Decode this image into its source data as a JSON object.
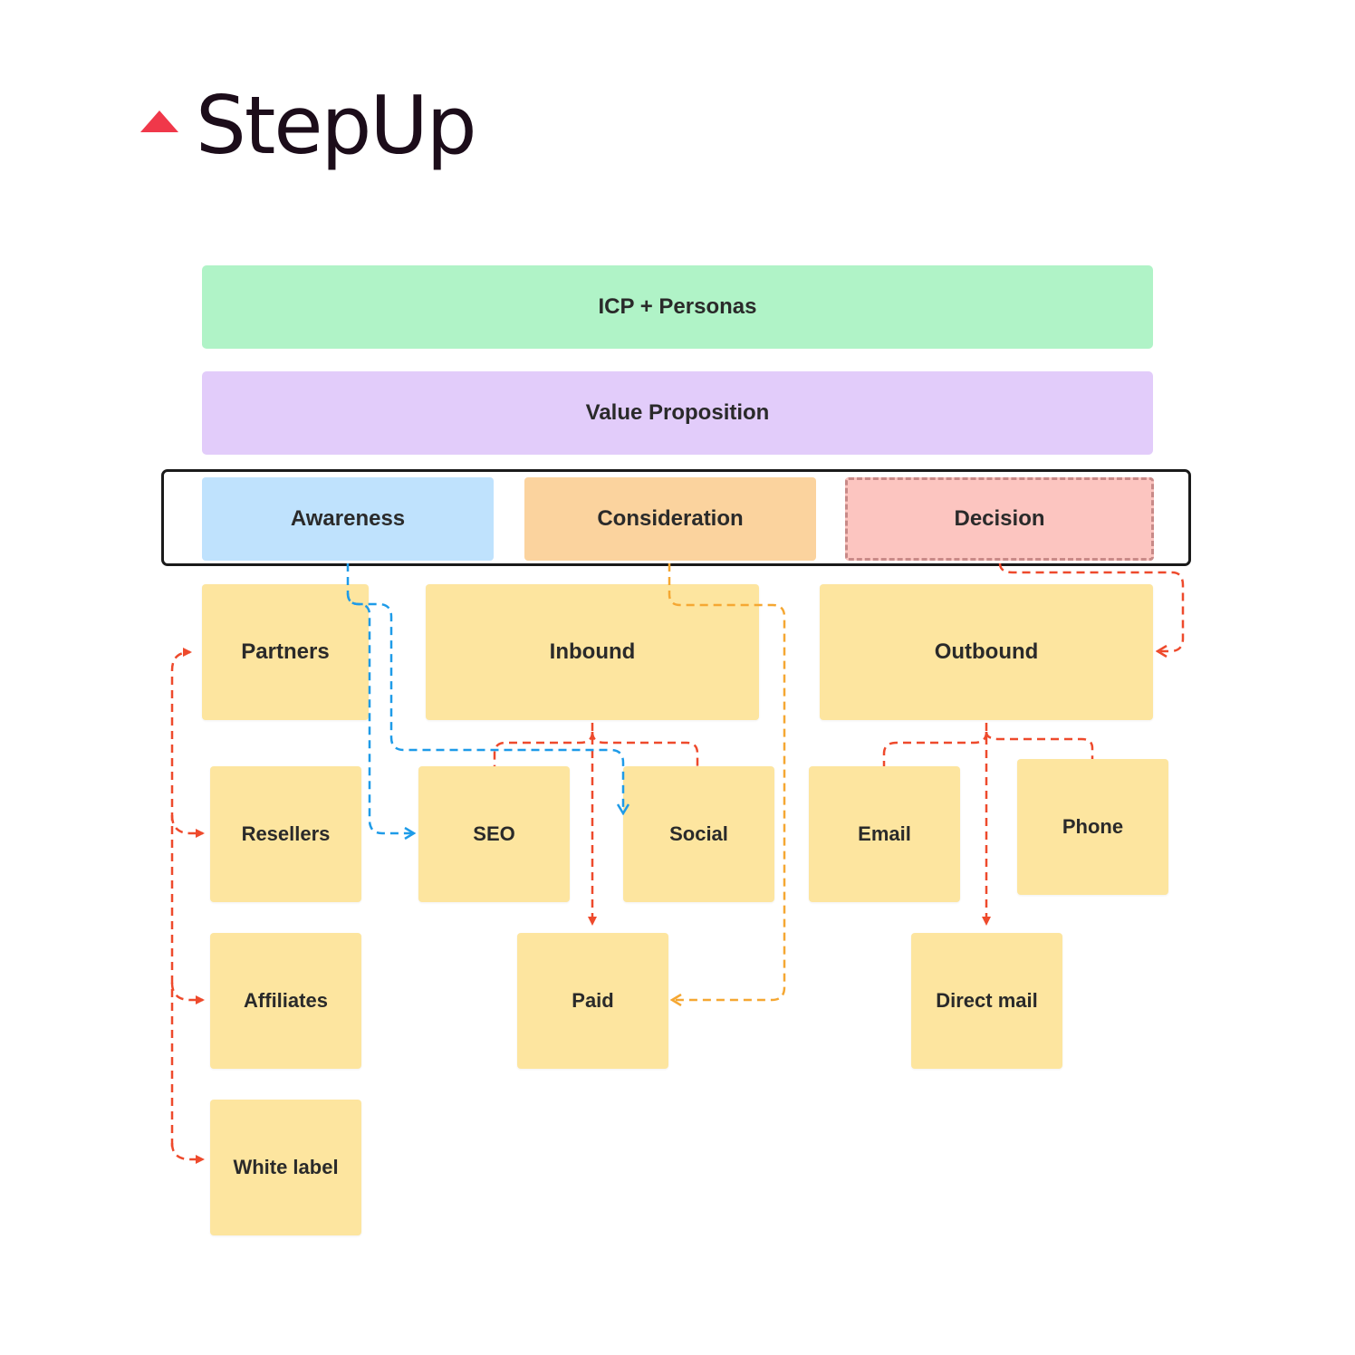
{
  "logo": {
    "text": "StepUp",
    "mark_color": "#f0384a"
  },
  "bands": {
    "icp": "ICP + Personas",
    "value_proposition": "Value Proposition"
  },
  "stages": {
    "awareness": "Awareness",
    "consideration": "Consideration",
    "decision": "Decision"
  },
  "channels": {
    "partners": "Partners",
    "inbound": "Inbound",
    "outbound": "Outbound",
    "resellers": "Resellers",
    "seo": "SEO",
    "social": "Social",
    "email": "Email",
    "phone": "Phone",
    "affiliates": "Affiliates",
    "paid": "Paid",
    "direct_mail": "Direct mail",
    "white_label": "White label"
  },
  "colors": {
    "icp_band": "#b0f3c7",
    "value_band": "#e2ccfa",
    "awareness": "#bfe2fd",
    "consideration": "#fbd39e",
    "decision": "#fcc5c0",
    "sticky_note": "#fde59f",
    "connector_red": "#ee4a2c",
    "connector_blue": "#1e9be8",
    "connector_orange": "#f5a732"
  }
}
